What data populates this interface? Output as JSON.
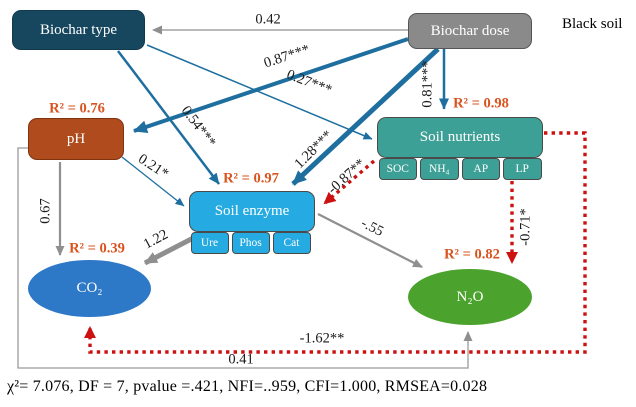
{
  "region_label": "Black soil",
  "nodes": {
    "biochar_type": {
      "label": "Biochar type"
    },
    "biochar_dose": {
      "label": "Biochar dose"
    },
    "ph": {
      "label": "pH",
      "r2": "R² = 0.76"
    },
    "soil_nutrients": {
      "label": "Soil nutrients",
      "r2": "R² = 0.98",
      "indicators": [
        "SOC",
        "NH₄",
        "AP",
        "LP"
      ]
    },
    "soil_enzyme": {
      "label": "Soil enzyme",
      "r2": "R² = 0.97",
      "indicators": [
        "Ure",
        "Phos",
        "Cat"
      ]
    },
    "co2": {
      "label": "CO₂",
      "r2": "R² = 0.39"
    },
    "n2o": {
      "label": "N₂O",
      "r2": "R² = 0.82"
    }
  },
  "edges": {
    "dose_type": {
      "from": "Biochar dose",
      "to": "Biochar type",
      "label": "0.42",
      "style": "gray-solid"
    },
    "dose_ph": {
      "from": "Biochar dose",
      "to": "pH",
      "label": "0.87***",
      "style": "teal-solid-thick"
    },
    "type_nutrients": {
      "from": "Biochar type",
      "to": "Soil nutrients",
      "label": "0.27***",
      "style": "teal-solid-thin"
    },
    "type_enzyme": {
      "from": "Biochar type",
      "to": "Soil enzyme",
      "label": "0.54***",
      "style": "teal-solid-medium"
    },
    "dose_enzyme": {
      "from": "Biochar dose",
      "to": "Soil enzyme",
      "label": "1.28***",
      "style": "teal-solid-thick"
    },
    "dose_nutrients": {
      "from": "Biochar dose",
      "to": "Soil nutrients",
      "label": "0.81***",
      "style": "teal-solid-medium"
    },
    "ph_enzyme": {
      "from": "pH",
      "to": "Soil enzyme",
      "label": "0.21*",
      "style": "teal-solid-thin"
    },
    "nutrients_enzyme": {
      "from": "Soil nutrients",
      "to": "Soil enzyme",
      "label": "-0.87**",
      "style": "red-dotted"
    },
    "ph_co2": {
      "from": "pH",
      "to": "CO₂",
      "label": "0.67",
      "style": "gray-solid"
    },
    "enzyme_co2": {
      "from": "Soil enzyme",
      "to": "CO₂",
      "label": "1.22",
      "style": "gray-solid-thick"
    },
    "enzyme_n2o": {
      "from": "Soil enzyme",
      "to": "N₂O",
      "label": "-.55",
      "style": "gray-solid"
    },
    "nutrients_n2o": {
      "from": "Soil nutrients",
      "to": "N₂O",
      "label": "-0.71*",
      "style": "red-dotted"
    },
    "nutrients_co2": {
      "from": "Soil nutrients",
      "to": "CO₂",
      "label": "-1.62**",
      "style": "red-dotted"
    },
    "ph_n2o": {
      "from": "pH",
      "to": "N₂O",
      "label": "0.41",
      "style": "gray-solid"
    }
  },
  "fit_statistics": "χ²= 7.076, DF = 7, pvalue =.421, NFI=..959, CFI=1.000, RMSEA=0.028",
  "colors": {
    "biochar_type_fill": "#17465f",
    "biochar_dose_fill": "#8a8a8a",
    "ph_fill": "#b04b1d",
    "soil_nutrients_fill": "#3da096",
    "soil_enzyme_fill": "#25aae1",
    "co2_fill": "#2e78c8",
    "n2o_fill": "#4ba32d",
    "r2_label_text": "#d9531e",
    "positive_path": "#1e6f9f",
    "negative_path": "#cc1111",
    "covariance_path": "#8f8f8f"
  }
}
